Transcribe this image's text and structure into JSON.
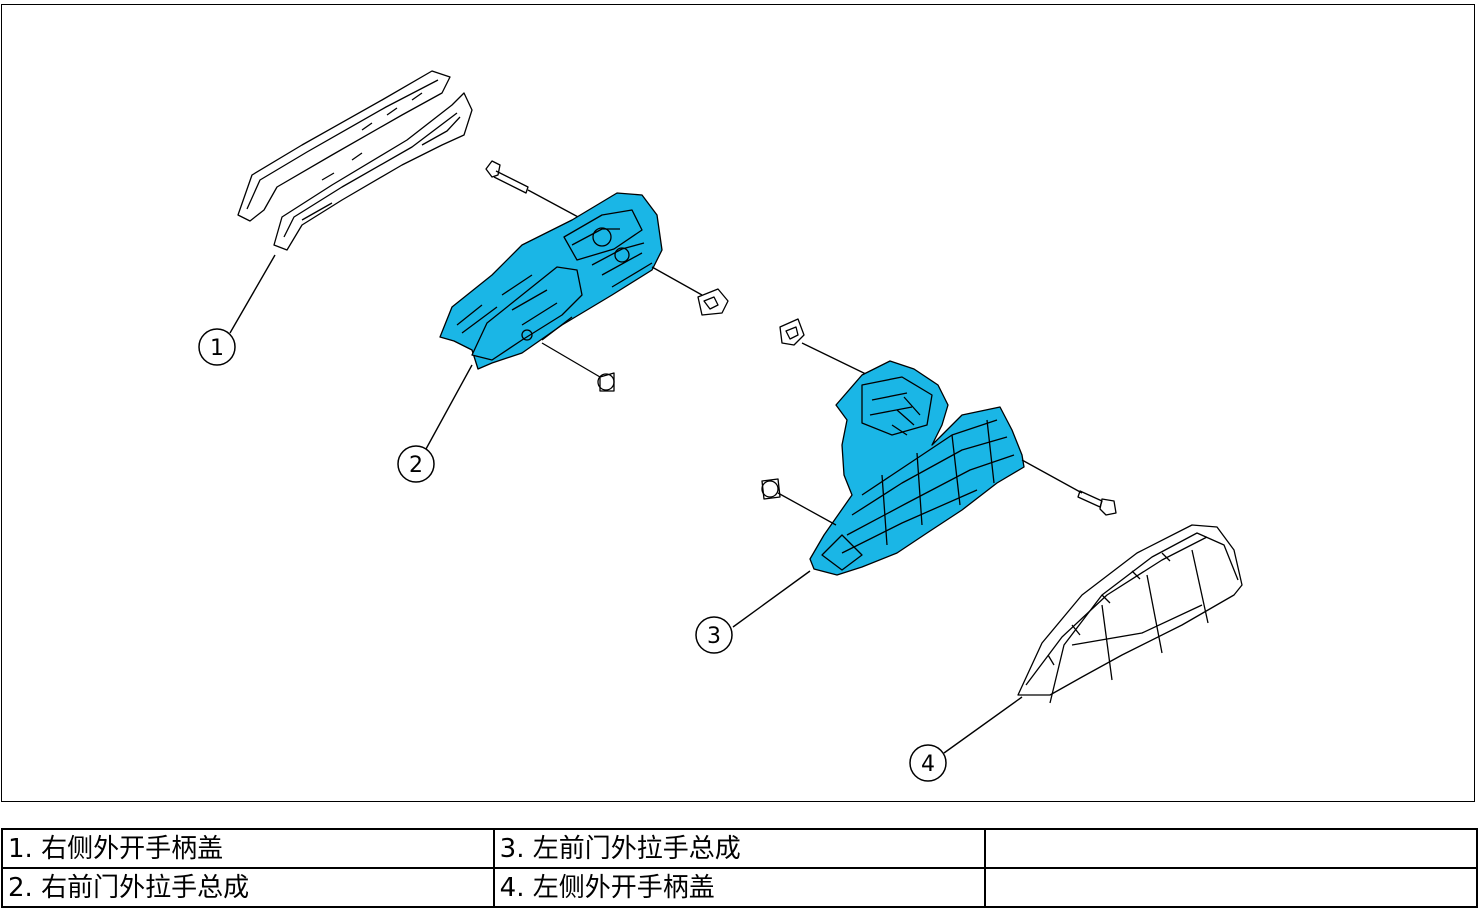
{
  "callouts": [
    {
      "number": "1"
    },
    {
      "number": "2"
    },
    {
      "number": "3"
    },
    {
      "number": "4"
    }
  ],
  "legend": {
    "rows": [
      [
        "1. 右侧外开手柄盖",
        "3. 左前门外拉手总成",
        ""
      ],
      [
        "2. 右前门外拉手总成",
        "4. 左侧外开手柄盖",
        ""
      ]
    ]
  },
  "colors": {
    "part_fill": "#1ab6e6",
    "outline": "#000000",
    "cover_fill": "#ffffff"
  }
}
